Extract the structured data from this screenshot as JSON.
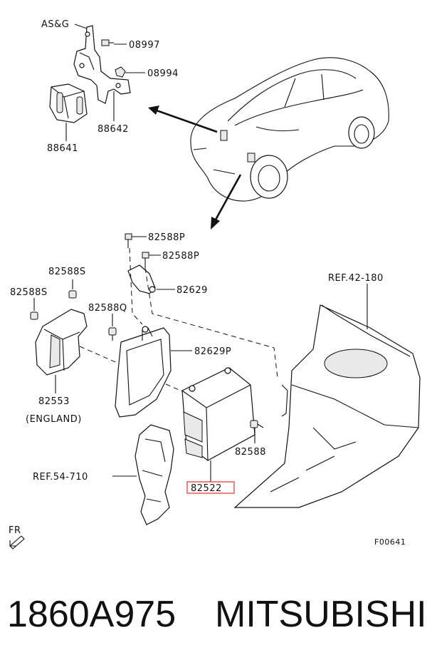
{
  "diagram": {
    "labels": {
      "asg": "AS&G",
      "p08997": "08997",
      "p08994": "08994",
      "p88642": "88642",
      "p88641": "88641",
      "p82588p_1": "82588P",
      "p82588p_2": "82588P",
      "p82629": "82629",
      "p82588s_1": "82588S",
      "p82588s_2": "82588S",
      "p82588q": "82588Q",
      "p82629p": "82629P",
      "p82553": "82553",
      "england": "(ENGLAND)",
      "p82588": "82588",
      "ref54": "REF.54-710",
      "p82522": "82522",
      "ref42": "REF.42-180",
      "fr": "FR",
      "code": "F00641"
    },
    "highlight_color": "#e03030"
  },
  "footer": {
    "part_number": "1860A975",
    "brand": "MITSUBISHI"
  }
}
